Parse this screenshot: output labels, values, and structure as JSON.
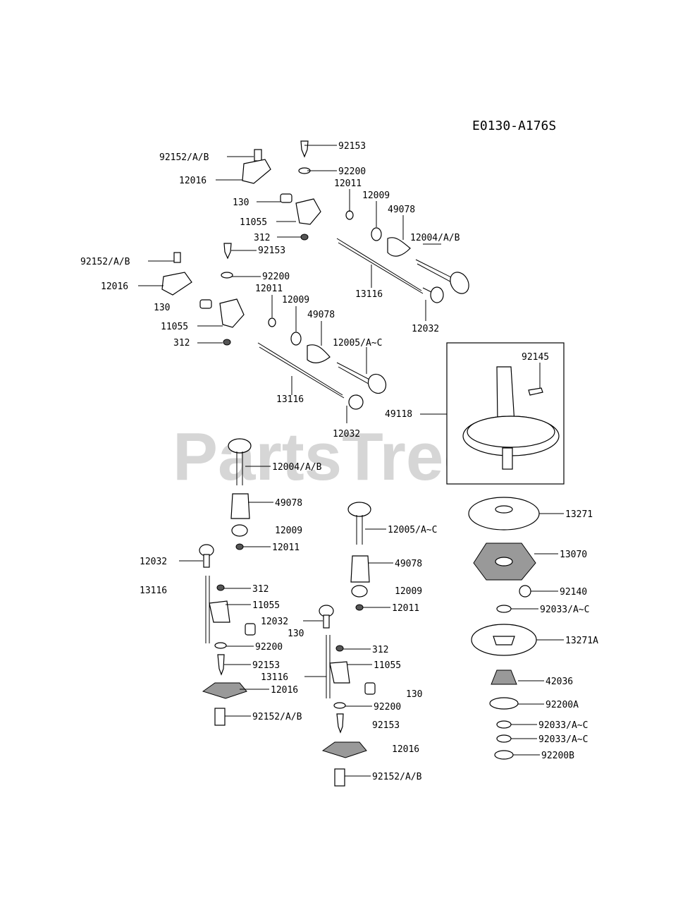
{
  "diagram": {
    "code": "E0130-A176S",
    "watermark": "PartsTree",
    "labels": {
      "l01": "92153",
      "l02": "92152/A/B",
      "l03": "92200",
      "l04": "12016",
      "l05": "12011",
      "l06": "12009",
      "l07": "130",
      "l08": "49078",
      "l09": "11055",
      "l10": "12004/A/B",
      "l11": "312",
      "l12": "92153",
      "l13": "92152/A/B",
      "l14": "92200",
      "l15": "12016",
      "l16": "12011",
      "l17": "13116",
      "l18": "130",
      "l19": "12009",
      "l20": "49078",
      "l21": "12032",
      "l22": "11055",
      "l23": "312",
      "l24": "12005/A~C",
      "l25": "92145",
      "l26": "13116",
      "l27": "49118",
      "l28": "12032",
      "l29": "12004/A/B",
      "l30": "49078",
      "l31": "13271",
      "l32": "12009",
      "l33": "12005/A~C",
      "l34": "12011",
      "l35": "13070",
      "l36": "12032",
      "l37": "49078",
      "l38": "13116",
      "l39": "312",
      "l40": "12009",
      "l41": "92140",
      "l42": "11055",
      "l43": "12011",
      "l44": "92033/A~C",
      "l45": "12032",
      "l46": "130",
      "l47": "92200",
      "l48": "13271A",
      "l49": "312",
      "l50": "92153",
      "l51": "11055",
      "l52": "13116",
      "l53": "12016",
      "l54": "42036",
      "l55": "130",
      "l56": "92200",
      "l57": "92200A",
      "l58": "92152/A/B",
      "l59": "92153",
      "l60": "92033/A~C",
      "l61": "92033/A~C",
      "l62": "12016",
      "l63": "92200B",
      "l64": "92152/A/B"
    }
  }
}
